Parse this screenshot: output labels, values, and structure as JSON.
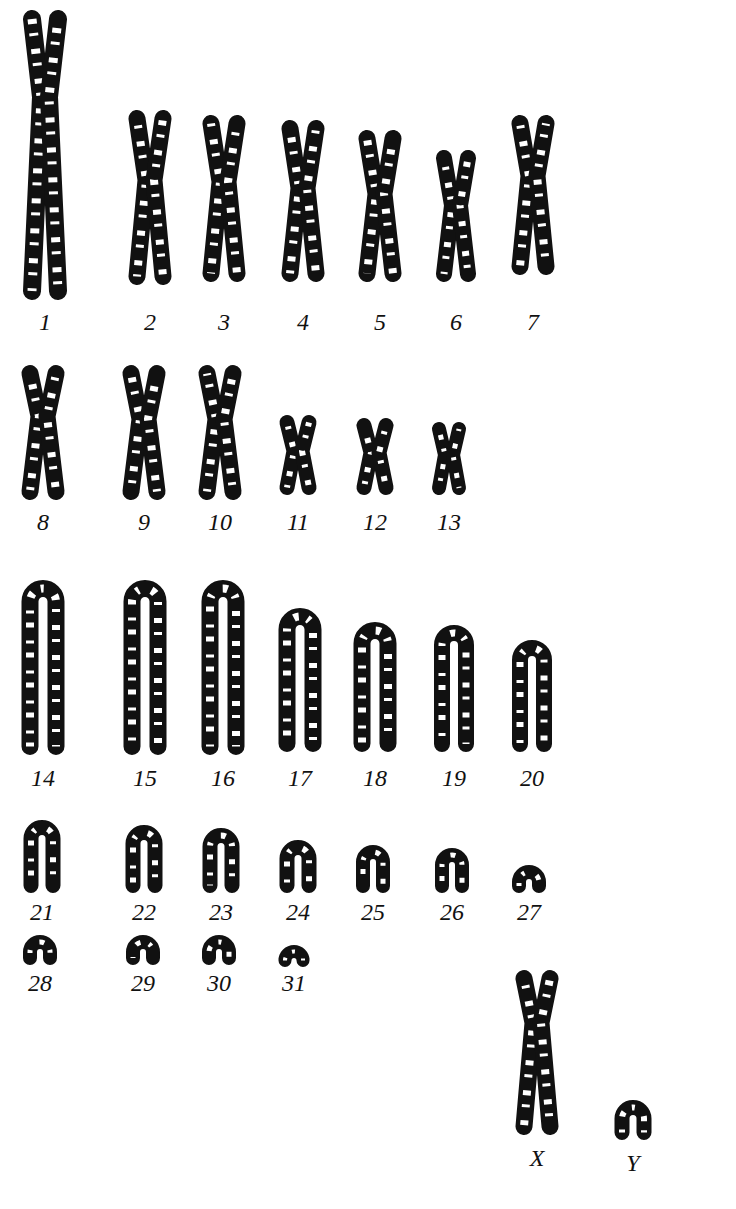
{
  "diagram": {
    "labels": [
      "1",
      "2",
      "3",
      "4",
      "5",
      "6",
      "7",
      "8",
      "9",
      "10",
      "11",
      "12",
      "13",
      "14",
      "15",
      "16",
      "17",
      "18",
      "19",
      "20",
      "21",
      "22",
      "23",
      "24",
      "25",
      "26",
      "27",
      "28",
      "29",
      "30",
      "31",
      "X",
      "Y"
    ]
  }
}
